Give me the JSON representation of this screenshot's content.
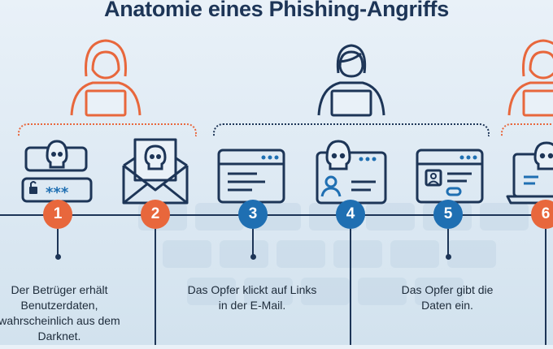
{
  "title": "Anatomie eines Phishing-Angriffs",
  "colors": {
    "accent_orange": "#e8673c",
    "accent_blue": "#1f6fb2",
    "navy": "#1d3557"
  },
  "steps": [
    {
      "number": "1",
      "icon": "skull-password-card-icon",
      "caption": "Der Betrüger erhält Benutzerdaten, wahrscheinlich aus dem Darknet."
    },
    {
      "number": "2",
      "icon": "skull-envelope-icon",
      "caption": ""
    },
    {
      "number": "3",
      "icon": "browser-window-icon",
      "caption": "Das Opfer klickt auf Links in der E-Mail."
    },
    {
      "number": "4",
      "icon": "skull-profile-card-icon",
      "caption": ""
    },
    {
      "number": "5",
      "icon": "form-window-icon",
      "caption": "Das Opfer gibt die Daten ein."
    },
    {
      "number": "6",
      "icon": "skull-laptop-icon",
      "caption": ""
    }
  ],
  "actors": [
    {
      "name": "hacker-left-icon"
    },
    {
      "name": "victim-icon"
    },
    {
      "name": "hacker-right-icon"
    }
  ],
  "password_mask": "***"
}
